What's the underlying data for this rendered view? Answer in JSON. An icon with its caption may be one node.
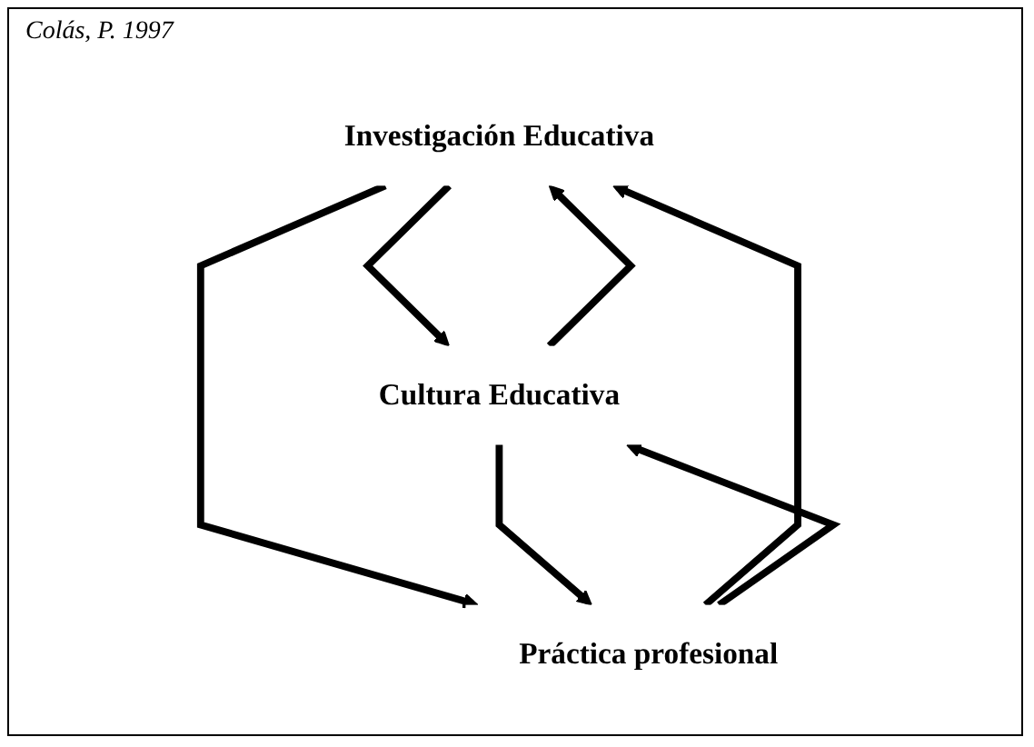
{
  "diagram": {
    "nodes": [
      {
        "text": [
          "Investigación Educativa"
        ]
      },
      {
        "text": [
          "Cultura Educativa"
        ]
      },
      {
        "text": [
          "Práctica profesional"
        ]
      }
    ],
    "edges": [
      {
        "from": 0,
        "to": 1,
        "arrow": "to"
      },
      {
        "from": 1,
        "to": 0,
        "arrow": "to"
      },
      {
        "from": 0,
        "to": 2,
        "arrow": "to"
      },
      {
        "from": 2,
        "to": 0,
        "arrow": "to"
      },
      {
        "from": 2,
        "to": 1,
        "arrow": "to"
      },
      {
        "from": 1,
        "to": 2,
        "arrow": "to"
      }
    ],
    "labels": [
      "Colás, P. 1997"
    ]
  }
}
